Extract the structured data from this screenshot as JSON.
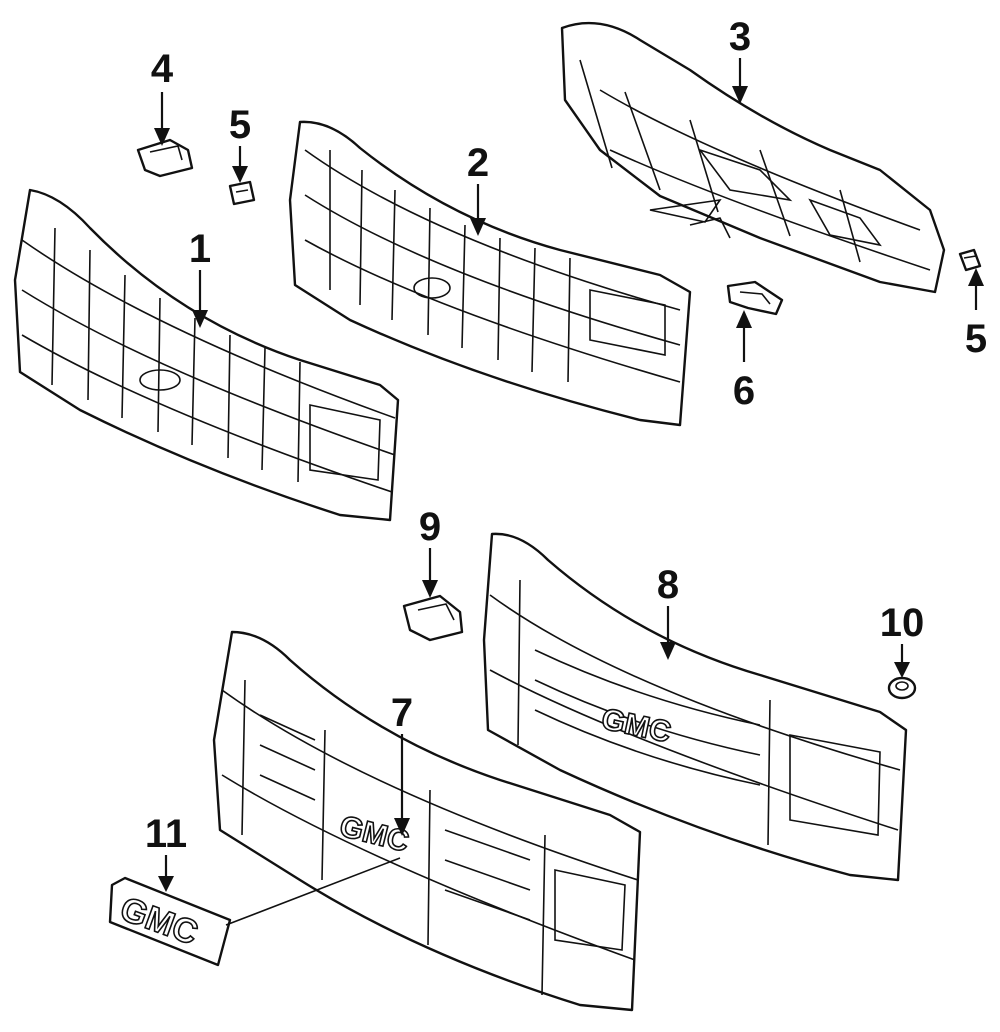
{
  "diagram": {
    "callouts": [
      {
        "id": "1",
        "label": "1"
      },
      {
        "id": "2",
        "label": "2"
      },
      {
        "id": "3",
        "label": "3"
      },
      {
        "id": "4",
        "label": "4"
      },
      {
        "id": "5a",
        "label": "5"
      },
      {
        "id": "5b",
        "label": "5"
      },
      {
        "id": "6",
        "label": "6"
      },
      {
        "id": "7",
        "label": "7"
      },
      {
        "id": "8",
        "label": "8"
      },
      {
        "id": "9",
        "label": "9"
      },
      {
        "id": "10",
        "label": "10"
      },
      {
        "id": "11",
        "label": "11"
      }
    ],
    "emblems": {
      "gmc_emblem": "GMC",
      "grille7_emblem": "GMC",
      "grille8_emblem": "GMC"
    }
  }
}
